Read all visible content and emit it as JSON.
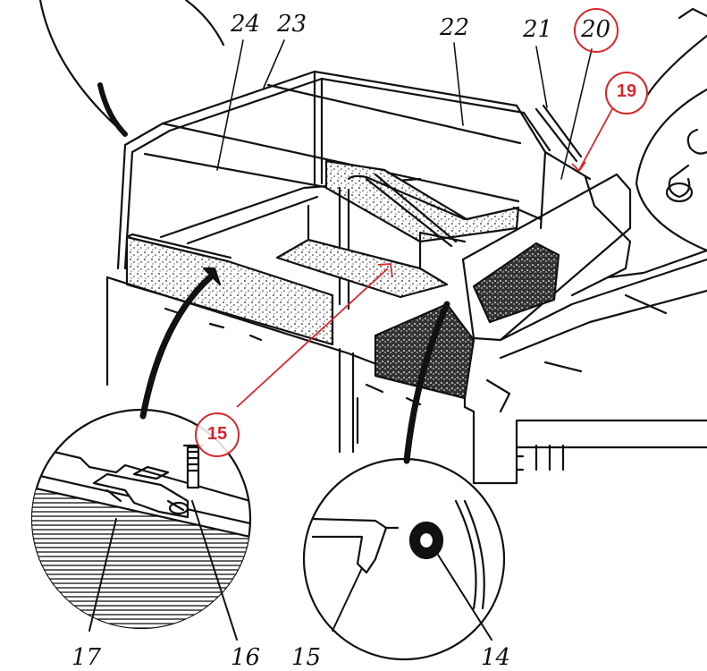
{
  "callouts": {
    "l24": "24",
    "l23": "23",
    "l22": "22",
    "l21": "21",
    "l20": "20",
    "l19": "19",
    "l15_red": "15",
    "l17": "17",
    "l16": "16",
    "l15": "15",
    "l14": "14"
  },
  "colors": {
    "ink": "#111111",
    "annotation_red": "#d9262c",
    "paper": "#ffffff"
  }
}
